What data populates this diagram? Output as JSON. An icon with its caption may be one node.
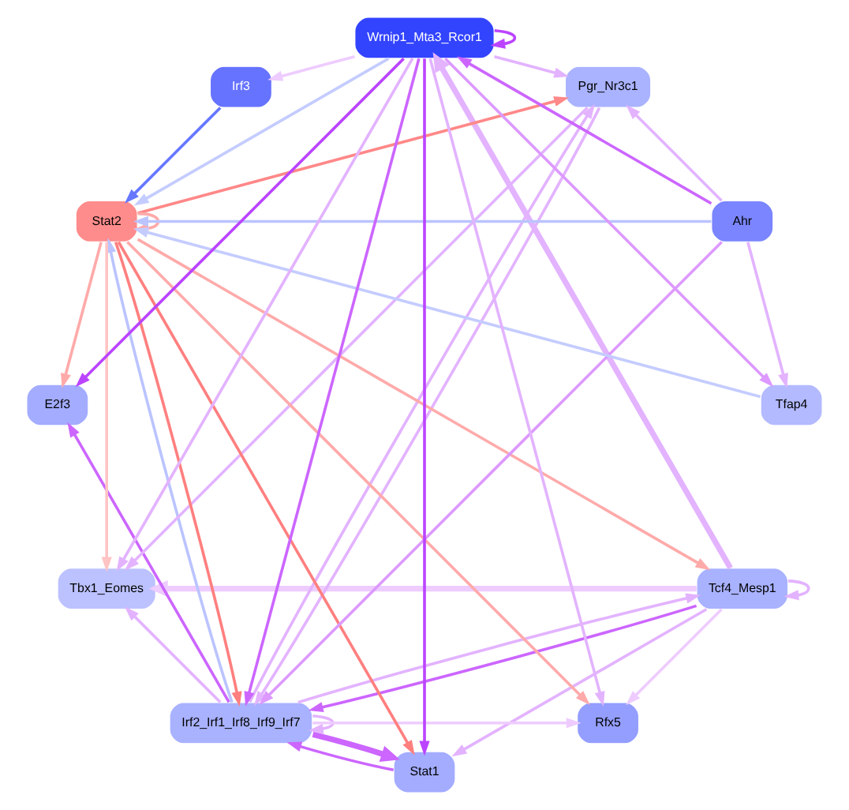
{
  "diagram": {
    "nodes": [
      {
        "text": [
          "Tcf4_Mesp1"
        ]
      },
      {
        "text": [
          "E2f3"
        ]
      },
      {
        "text": [
          "Stat1"
        ]
      },
      {
        "text": [
          "Irf2_Irf1_Irf8_Irf9_Irf7"
        ]
      },
      {
        "text": [
          "Rfx5"
        ]
      },
      {
        "text": [
          "Pgr_Nr3c1"
        ]
      },
      {
        "text": [
          "Stat2"
        ]
      },
      {
        "text": [
          "Ahr"
        ]
      },
      {
        "text": [
          "Tbx1_Eomes"
        ]
      },
      {
        "text": [
          "Tfap4"
        ]
      },
      {
        "text": [
          "Wrnip1_Mta3_Rcor1"
        ]
      },
      {
        "text": [
          "Irf3"
        ]
      }
    ],
    "edges": [
      {
        "from": 0,
        "to": 0,
        "arrow": "to"
      },
      {
        "from": 0,
        "to": 3,
        "arrow": "to",
        "color": "#cc66ff"
      },
      {
        "from": 3,
        "to": 0,
        "arrow": "to"
      },
      {
        "from": 0,
        "to": 2,
        "arrow": "to"
      },
      {
        "from": 0,
        "to": 4,
        "arrow": "to",
        "color": "#eeccff"
      },
      {
        "from": 0,
        "to": 8,
        "arrow": "to",
        "style": "thick",
        "color": "#eeccff"
      },
      {
        "from": 0,
        "to": 10,
        "arrow": "to",
        "style": "thick"
      },
      {
        "from": 3,
        "to": 1,
        "arrow": "to",
        "color": "#cc66ff"
      },
      {
        "from": 3,
        "to": 2,
        "arrow": "to",
        "style": "thick",
        "color": "#cc66ff"
      },
      {
        "from": 2,
        "to": 3,
        "arrow": "to",
        "color": "#cc66ff"
      },
      {
        "from": 3,
        "to": 3,
        "arrow": "to"
      },
      {
        "from": 3,
        "to": 4,
        "arrow": "to",
        "color": "#eeccff"
      },
      {
        "from": 3,
        "to": 6,
        "arrow": "to",
        "color": "#bbc4ff"
      },
      {
        "from": 3,
        "to": 5,
        "arrow": "to"
      },
      {
        "from": 5,
        "to": 3,
        "arrow": "to"
      },
      {
        "from": 3,
        "to": 8,
        "arrow": "to"
      },
      {
        "from": 6,
        "to": 3,
        "arrow": "to",
        "color": "#ff7f7f"
      },
      {
        "from": 6,
        "to": 0,
        "arrow": "to",
        "color": "#ffaaaa"
      },
      {
        "from": 6,
        "to": 1,
        "arrow": "to",
        "color": "#ffaaaa"
      },
      {
        "from": 6,
        "to": 2,
        "arrow": "to",
        "color": "#ff7f7f"
      },
      {
        "from": 6,
        "to": 4,
        "arrow": "to",
        "color": "#ffaaaa"
      },
      {
        "from": 6,
        "to": 6,
        "arrow": "to",
        "color": "#ffaaaa"
      },
      {
        "from": 6,
        "to": 5,
        "arrow": "to",
        "color": "#ff8888"
      },
      {
        "from": 6,
        "to": 8,
        "arrow": "to",
        "color": "#ffc4c4"
      },
      {
        "from": 7,
        "to": 3,
        "arrow": "to",
        "color": "#dd99ff"
      },
      {
        "from": 7,
        "to": 6,
        "arrow": "to",
        "color": "#bbc4ff"
      },
      {
        "from": 7,
        "to": 5,
        "arrow": "to"
      },
      {
        "from": 7,
        "to": 10,
        "arrow": "to",
        "color": "#cc66ff"
      },
      {
        "from": 7,
        "to": 9,
        "arrow": "to"
      },
      {
        "from": 5,
        "to": 8,
        "arrow": "to"
      },
      {
        "from": 10,
        "to": 3,
        "arrow": "to",
        "color": "#cc66ff"
      },
      {
        "from": 10,
        "to": 1,
        "arrow": "to",
        "color": "#bb44ff"
      },
      {
        "from": 10,
        "to": 2,
        "arrow": "to",
        "color": "#bb44ff"
      },
      {
        "from": 10,
        "to": 6,
        "arrow": "to",
        "color": "#c4ccff"
      },
      {
        "from": 10,
        "to": 4,
        "arrow": "to"
      },
      {
        "from": 10,
        "to": 8,
        "arrow": "to"
      },
      {
        "from": 10,
        "to": 5,
        "arrow": "to"
      },
      {
        "from": 10,
        "to": 9,
        "arrow": "to",
        "color": "#dd99ff"
      },
      {
        "from": 10,
        "to": 11,
        "arrow": "to",
        "color": "#eeccff"
      },
      {
        "from": 10,
        "to": 10,
        "arrow": "to",
        "color": "#bb44ff"
      },
      {
        "from": 9,
        "to": 6,
        "arrow": "to",
        "color": "#c4ccff"
      },
      {
        "from": 11,
        "to": 6,
        "arrow": "to",
        "color": "#6677ff"
      }
    ]
  }
}
